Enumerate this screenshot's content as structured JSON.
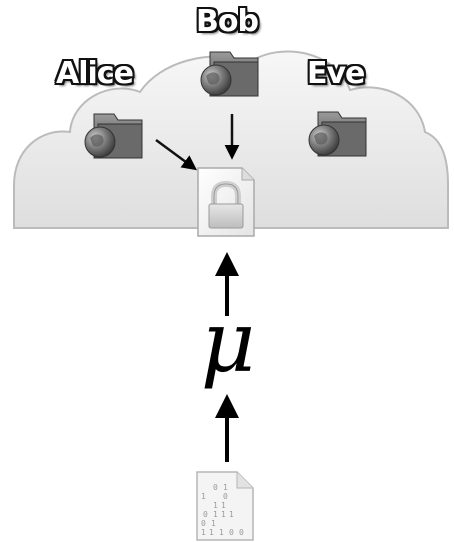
{
  "parties": [
    {
      "id": "alice",
      "label": "Alice"
    },
    {
      "id": "bob",
      "label": "Bob"
    },
    {
      "id": "eve",
      "label": "Eve"
    }
  ],
  "symbol": "μ",
  "binary_digits": [
    "0",
    "1",
    "1",
    "0",
    "1",
    "1",
    "0",
    "1",
    "1",
    "1",
    "0",
    "1",
    "1",
    "1",
    "1",
    "0",
    "0"
  ]
}
